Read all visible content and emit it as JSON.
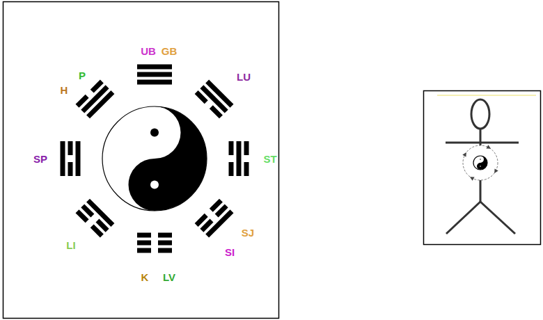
{
  "diagram": {
    "labels": [
      "UB",
      "GB",
      "H",
      "P",
      "LU",
      "SP",
      "ST",
      "LI",
      "SJ",
      "SI",
      "K",
      "LV"
    ]
  }
}
